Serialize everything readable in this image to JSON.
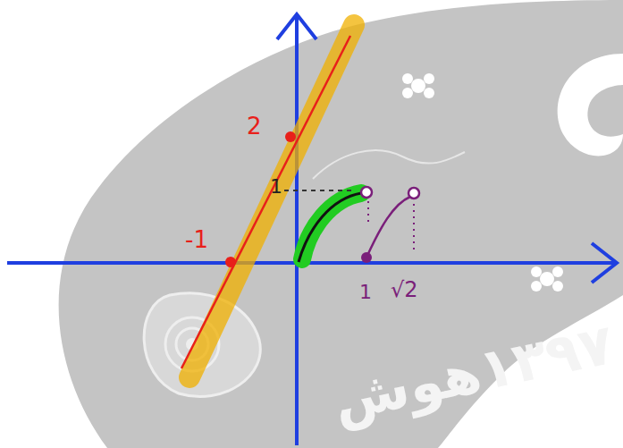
{
  "diagram": {
    "labels": [
      "2",
      "-1",
      "1",
      "1",
      "√2",
      "۱۳۹۷هوش"
    ]
  }
}
